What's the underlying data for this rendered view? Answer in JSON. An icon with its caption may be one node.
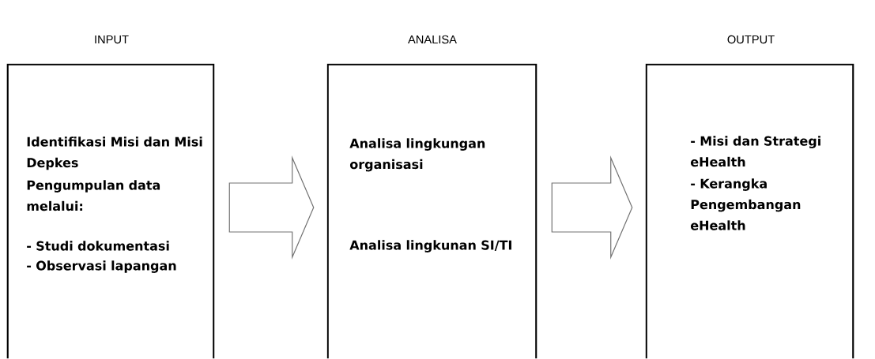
{
  "diagram": {
    "nodes": [
      {
        "text": [
          "INPUT",
          "Identifikasi Misi dan Misi Depkes",
          "Pengumpulan data melalui:",
          "- Studi dokumentasi",
          "- Observasi lapangan"
        ]
      },
      {
        "text": [
          "ANALISA",
          "Analisa lingkungan organisasi",
          "Analisa lingkunan SI/TI"
        ]
      },
      {
        "text": [
          "OUTPUT",
          "- Misi dan Strategi eHealth",
          "- Kerangka Pengembangan eHealth"
        ]
      }
    ],
    "edges": [
      {
        "from": 0,
        "to": 1,
        "arrow": "to"
      },
      {
        "from": 1,
        "to": 2,
        "arrow": "to"
      }
    ]
  }
}
